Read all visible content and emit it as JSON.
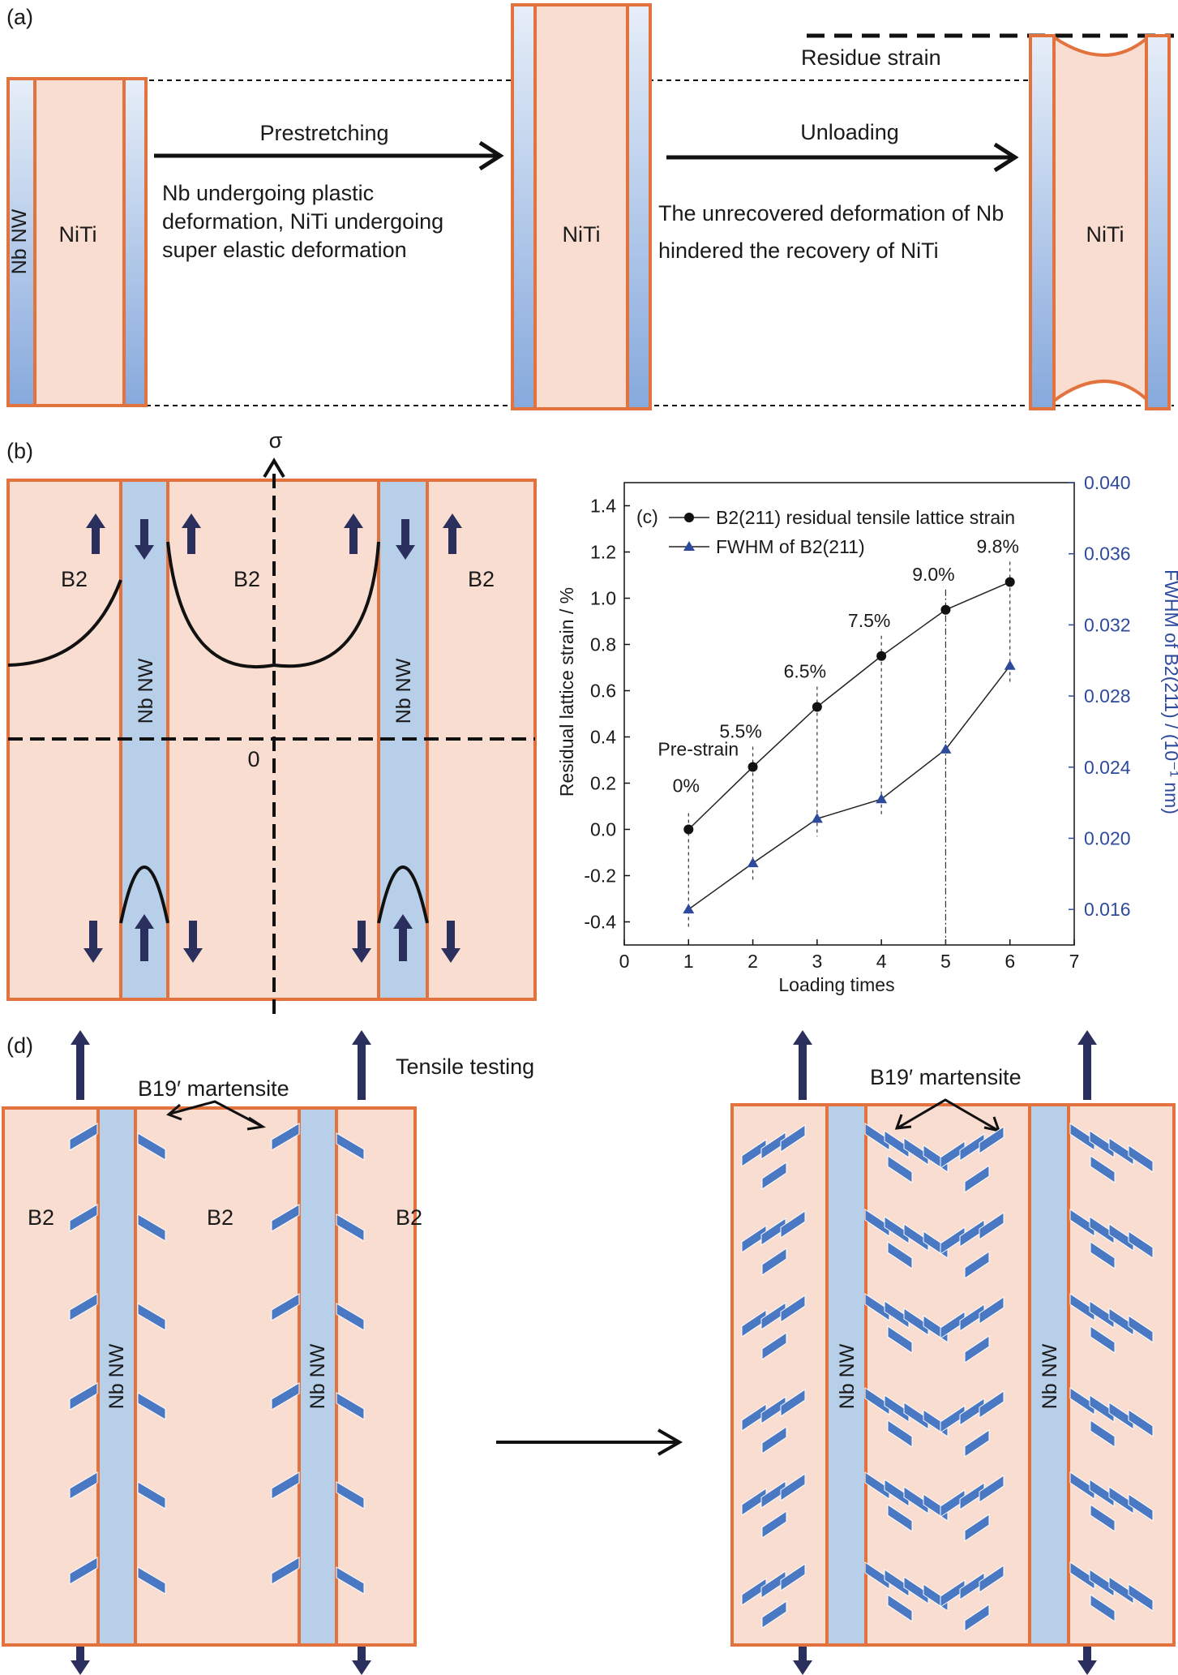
{
  "panel_a": {
    "label": "(a)",
    "nb_nw": "Nb NW",
    "niti": "NiTi",
    "prestretching": "Prestretching",
    "prestretch_desc_1": "Nb undergoing plastic",
    "prestretch_desc_2": "deformation, NiTi undergoing",
    "prestretch_desc_3": "super elastic deformation",
    "unloading": "Unloading",
    "unload_desc_1": "The unrecovered deformation of Nb",
    "unload_desc_2": "hindered the recovery of NiTi",
    "residue_strain": "Residue strain"
  },
  "panel_b": {
    "label": "(b)",
    "sigma": "σ",
    "zero": "0",
    "b2": "B2",
    "nb_nw": "Nb NW"
  },
  "panel_d": {
    "label": "(d)",
    "tensile_testing": "Tensile testing",
    "martensite": "B19′ martensite",
    "b2": "B2",
    "nb_nw": "Nb NW"
  },
  "colors": {
    "matrix": "#f9ddd0",
    "orange": "#e2733f",
    "nw_blue": "#b7cfe9",
    "arrow_navy": "#2b2f5e",
    "martensite_blue": "#4a78c2",
    "axis_blue": "#2e4a9c"
  },
  "chart_data": {
    "type": "line",
    "panel_label": "(c)",
    "xlabel": "Loading times",
    "ylabel": "Residual lattice strain / %",
    "y2label": "FWHM of B2(211) / (10⁻¹ nm)",
    "xlim": [
      0,
      7
    ],
    "ylim": [
      -0.5,
      1.5
    ],
    "y2lim": [
      0.014,
      0.04
    ],
    "x_ticks": [
      0,
      1,
      2,
      3,
      4,
      5,
      6,
      7
    ],
    "y_ticks": [
      -0.4,
      -0.2,
      0.0,
      0.2,
      0.4,
      0.6,
      0.8,
      1.0,
      1.2,
      1.4
    ],
    "y2_ticks": [
      0.016,
      0.02,
      0.024,
      0.028,
      0.032,
      0.036,
      0.04
    ],
    "series": [
      {
        "name": "B2(211) residual tensile lattice strain",
        "axis": "left",
        "marker": "circle",
        "x": [
          1,
          2,
          3,
          4,
          5,
          6
        ],
        "values": [
          0.0,
          0.27,
          0.53,
          0.75,
          0.95,
          1.07
        ]
      },
      {
        "name": "FWHM of B2(211)",
        "axis": "right",
        "marker": "triangle",
        "x": [
          1,
          2,
          3,
          4,
          5,
          6
        ],
        "values": [
          0.016,
          0.0186,
          0.0211,
          0.0222,
          0.025,
          0.0297
        ]
      }
    ],
    "annotations": [
      {
        "x": 1,
        "text": "0%"
      },
      {
        "x": 2,
        "text": "5.5%"
      },
      {
        "x": 3,
        "text": "6.5%"
      },
      {
        "x": 4,
        "text": "7.5%"
      },
      {
        "x": 5,
        "text": "9.0%"
      },
      {
        "x": 6,
        "text": "9.8%"
      }
    ],
    "prestrain_label": "Pre-strain",
    "legend_position": "top-right",
    "grid": false
  }
}
